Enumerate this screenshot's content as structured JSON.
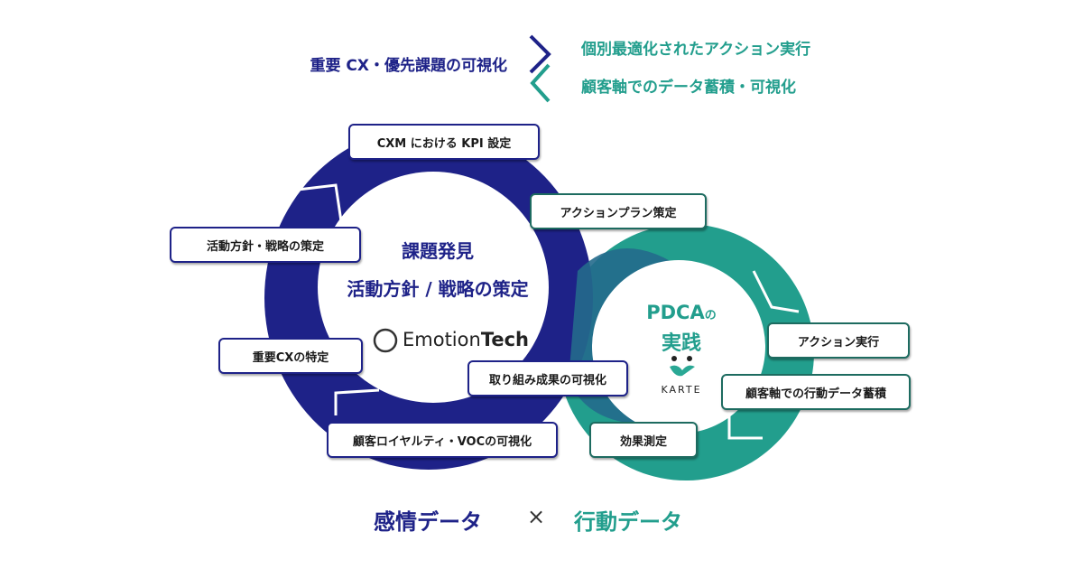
{
  "header": {
    "left_text": "重要 CX・優先課題の可視化",
    "right_top": "個別最適化されたアクション実行",
    "right_bottom": "顧客軸でのデータ蓄積・可視化"
  },
  "emotiontech_cycle": {
    "title": "課題発見",
    "subtitle": "活動方針 / 戦略の策定",
    "logo_text_light": "Emotion",
    "logo_text_bold": "Tech",
    "steps": [
      "CXM における KPI 設定",
      "活動方針・戦略の策定",
      "重要CXの特定",
      "顧客ロイヤルティ・VOCの可視化"
    ]
  },
  "karte_cycle": {
    "title_line1": "PDCA",
    "title_suffix": "の",
    "title_line2": "実践",
    "logo_text": "KARTE",
    "steps": [
      "アクションプラン策定",
      "アクション実行",
      "顧客軸での行動データ蓄積",
      "効果測定",
      "取り組み成果の可視化"
    ]
  },
  "footer": {
    "left": "感情データ",
    "times": "×",
    "right": "行動データ"
  },
  "colors": {
    "navy": "#1e2288",
    "teal": "#229e8d",
    "overlap": "#236a8c"
  }
}
